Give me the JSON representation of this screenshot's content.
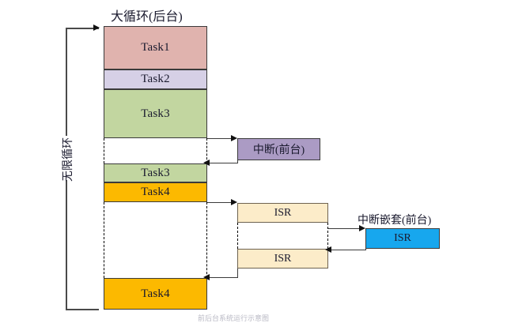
{
  "diagram": {
    "title_main": "大循环(后台)",
    "loop_label": "无限循环",
    "interrupt_label": "中断(前台)",
    "nested_interrupt_label": "中断嵌套(前台)",
    "bottom_caption": "前后台系统运行示意图"
  },
  "colors": {
    "task1": "#e0b3ae",
    "task2": "#d6d0e6",
    "task3": "#c2d6a0",
    "task4": "#fcb900",
    "interrupt": "#ab9bc4",
    "isr": "#fcecc9",
    "isr_nested": "#17a7ee",
    "border": "#3a3a3a",
    "line": "#3a3a3a",
    "bracket": "#4a4a4a"
  },
  "background_column": {
    "name": "大循环(后台)",
    "blocks": [
      {
        "label": "Task1",
        "color_key": "task1",
        "kind": "task"
      },
      {
        "label": "Task2",
        "color_key": "task2",
        "kind": "task"
      },
      {
        "label": "Task3",
        "color_key": "task3",
        "kind": "task"
      },
      {
        "label": "",
        "color_key": "none",
        "kind": "suspended"
      },
      {
        "label": "Task3",
        "color_key": "task3",
        "kind": "task"
      },
      {
        "label": "Task4",
        "color_key": "task4",
        "kind": "task"
      },
      {
        "label": "",
        "color_key": "none",
        "kind": "suspended"
      },
      {
        "label": "Task4",
        "color_key": "task4",
        "kind": "task"
      }
    ]
  },
  "foreground": {
    "interrupt_block": {
      "label": "中断(前台)",
      "color_key": "interrupt"
    },
    "isr_blocks": [
      {
        "label": "ISR",
        "color_key": "isr"
      },
      {
        "label": "ISR",
        "color_key": "isr"
      }
    ],
    "nested_isr_block": {
      "label": "ISR",
      "color_key": "isr_nested"
    }
  }
}
